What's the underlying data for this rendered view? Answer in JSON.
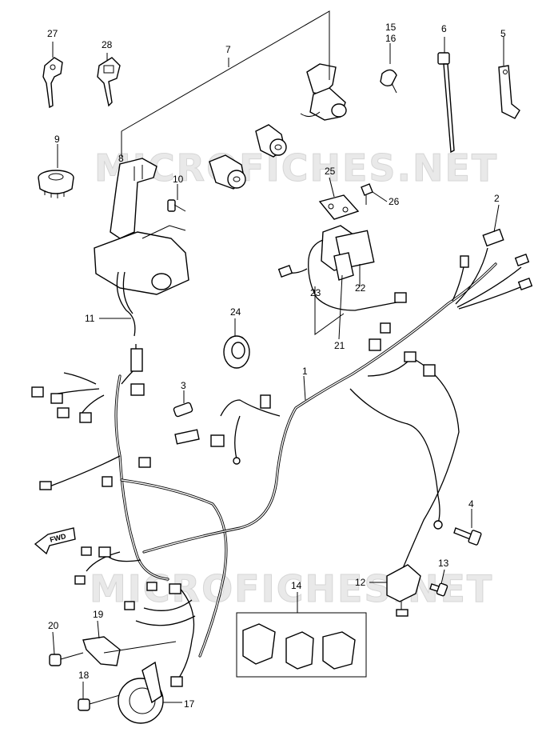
{
  "watermark": {
    "text": "MICROFICHES.NET"
  },
  "fwd_label": "FWD",
  "callouts": [
    {
      "id": "c1",
      "text": "1"
    },
    {
      "id": "c2",
      "text": "2"
    },
    {
      "id": "c3",
      "text": "3"
    },
    {
      "id": "c4",
      "text": "4"
    },
    {
      "id": "c5",
      "text": "5"
    },
    {
      "id": "c6",
      "text": "6"
    },
    {
      "id": "c7",
      "text": "7"
    },
    {
      "id": "c8",
      "text": "8"
    },
    {
      "id": "c9",
      "text": "9"
    },
    {
      "id": "c10",
      "text": "10"
    },
    {
      "id": "c11",
      "text": "11"
    },
    {
      "id": "c12",
      "text": "12"
    },
    {
      "id": "c13",
      "text": "13"
    },
    {
      "id": "c14",
      "text": "14"
    },
    {
      "id": "c15",
      "text": "15"
    },
    {
      "id": "c16",
      "text": "16"
    },
    {
      "id": "c17",
      "text": "17"
    },
    {
      "id": "c18",
      "text": "18"
    },
    {
      "id": "c19",
      "text": "19"
    },
    {
      "id": "c20",
      "text": "20"
    },
    {
      "id": "c21",
      "text": "21"
    },
    {
      "id": "c22",
      "text": "22"
    },
    {
      "id": "c23",
      "text": "23"
    },
    {
      "id": "c24",
      "text": "24"
    },
    {
      "id": "c25",
      "text": "25"
    },
    {
      "id": "c26",
      "text": "26"
    },
    {
      "id": "c27",
      "text": "27"
    },
    {
      "id": "c28",
      "text": "28"
    }
  ]
}
